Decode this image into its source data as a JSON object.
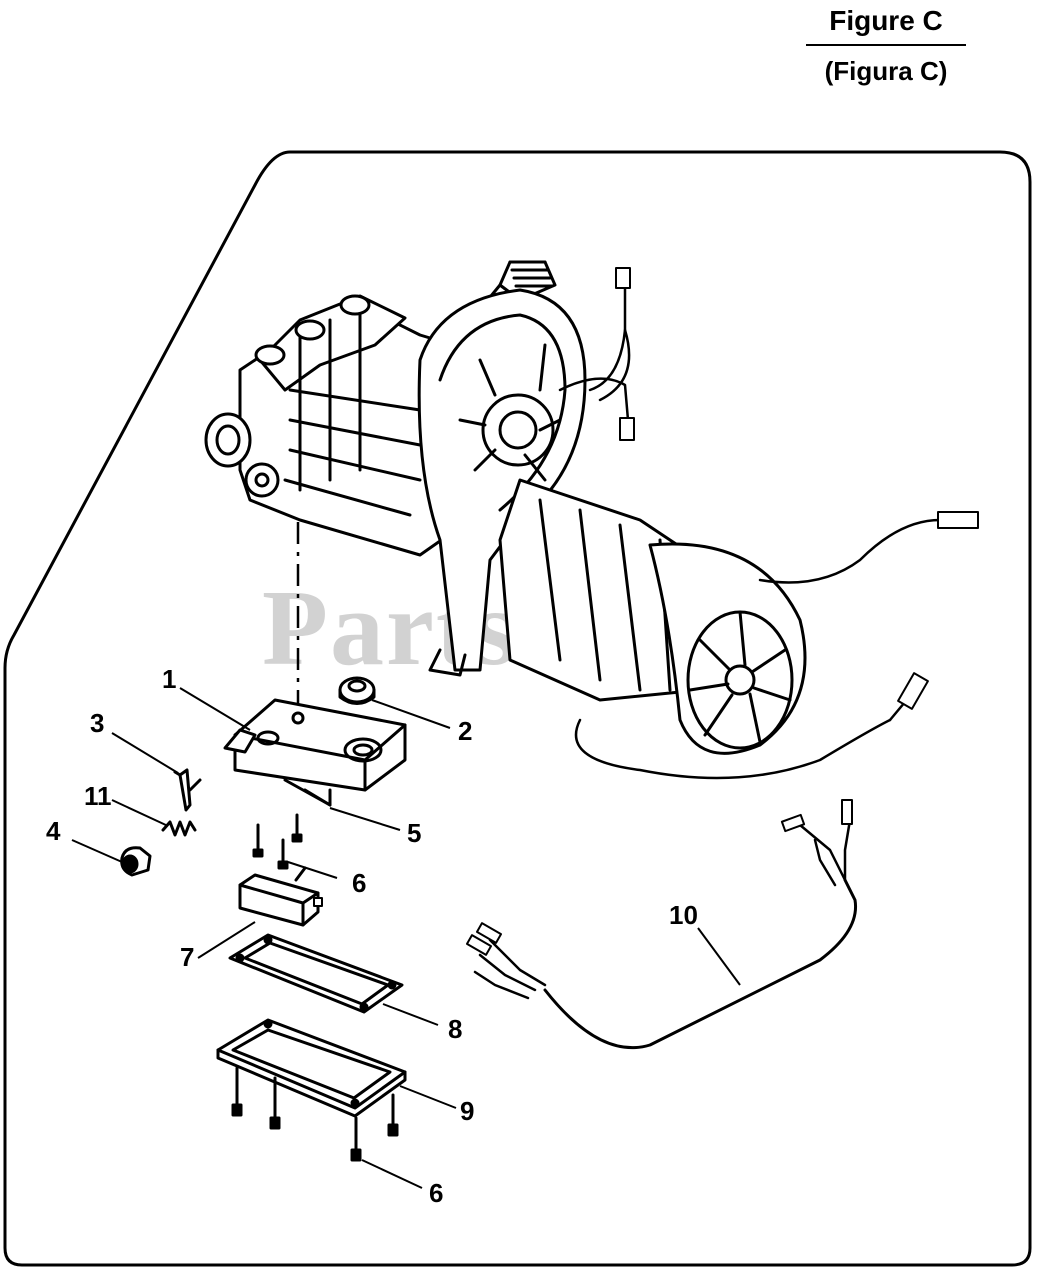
{
  "figure": {
    "title": "Figure C",
    "subtitle": "(Figura C)"
  },
  "watermark": "PartsTree",
  "callouts": {
    "c1": "1",
    "c2": "2",
    "c3": "3",
    "c4": "4",
    "c5": "5",
    "c6a": "6",
    "c6b": "6",
    "c7": "7",
    "c8": "8",
    "c9": "9",
    "c10": "10",
    "c11": "11"
  },
  "colors": {
    "line": "#000000",
    "watermark": "#d2d2d2",
    "background": "#ffffff"
  }
}
